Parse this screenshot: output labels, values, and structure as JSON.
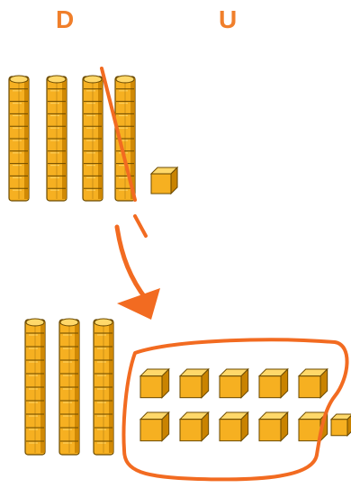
{
  "labels": {
    "tens": "D",
    "units": "U"
  },
  "colors": {
    "label": "#f07f2b",
    "cube_face": "#f6b021",
    "cube_top": "#ffd86a",
    "cube_side": "#c98300",
    "outline": "#6b4a00",
    "annotation": "#f26b21"
  },
  "top_group": {
    "rods": 4,
    "cubes_per_rod": 10,
    "loose_units": 1
  },
  "bottom_group": {
    "rods": 3,
    "cubes_per_rod": 10,
    "circled_units": 10,
    "loose_units": 1
  }
}
